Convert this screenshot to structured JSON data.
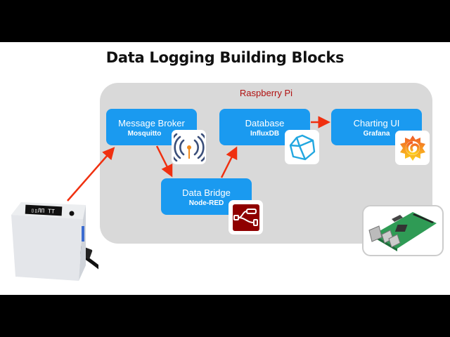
{
  "title": "Data Logging Building Blocks",
  "panel": {
    "label": "Raspberry Pi"
  },
  "blocks": [
    {
      "id": "message-broker",
      "name": "Message Broker",
      "software": "Mosquitto",
      "icon": "mosquitto-icon"
    },
    {
      "id": "database",
      "name": "Database",
      "software": "InfluxDB",
      "icon": "influxdb-icon"
    },
    {
      "id": "charting-ui",
      "name": "Charting UI",
      "software": "Grafana",
      "icon": "grafana-icon"
    },
    {
      "id": "data-bridge",
      "name": "Data Bridge",
      "software": "Node-RED",
      "icon": "node-red-icon"
    }
  ],
  "flow": [
    {
      "from": "sensor-device",
      "to": "message-broker"
    },
    {
      "from": "message-broker",
      "to": "data-bridge"
    },
    {
      "from": "data-bridge",
      "to": "database"
    },
    {
      "from": "database",
      "to": "charting-ui"
    }
  ],
  "colors": {
    "block": "#1a9af0",
    "arrow": "#f03010",
    "panel": "#d9d9d9",
    "panel_label": "#b01010"
  }
}
